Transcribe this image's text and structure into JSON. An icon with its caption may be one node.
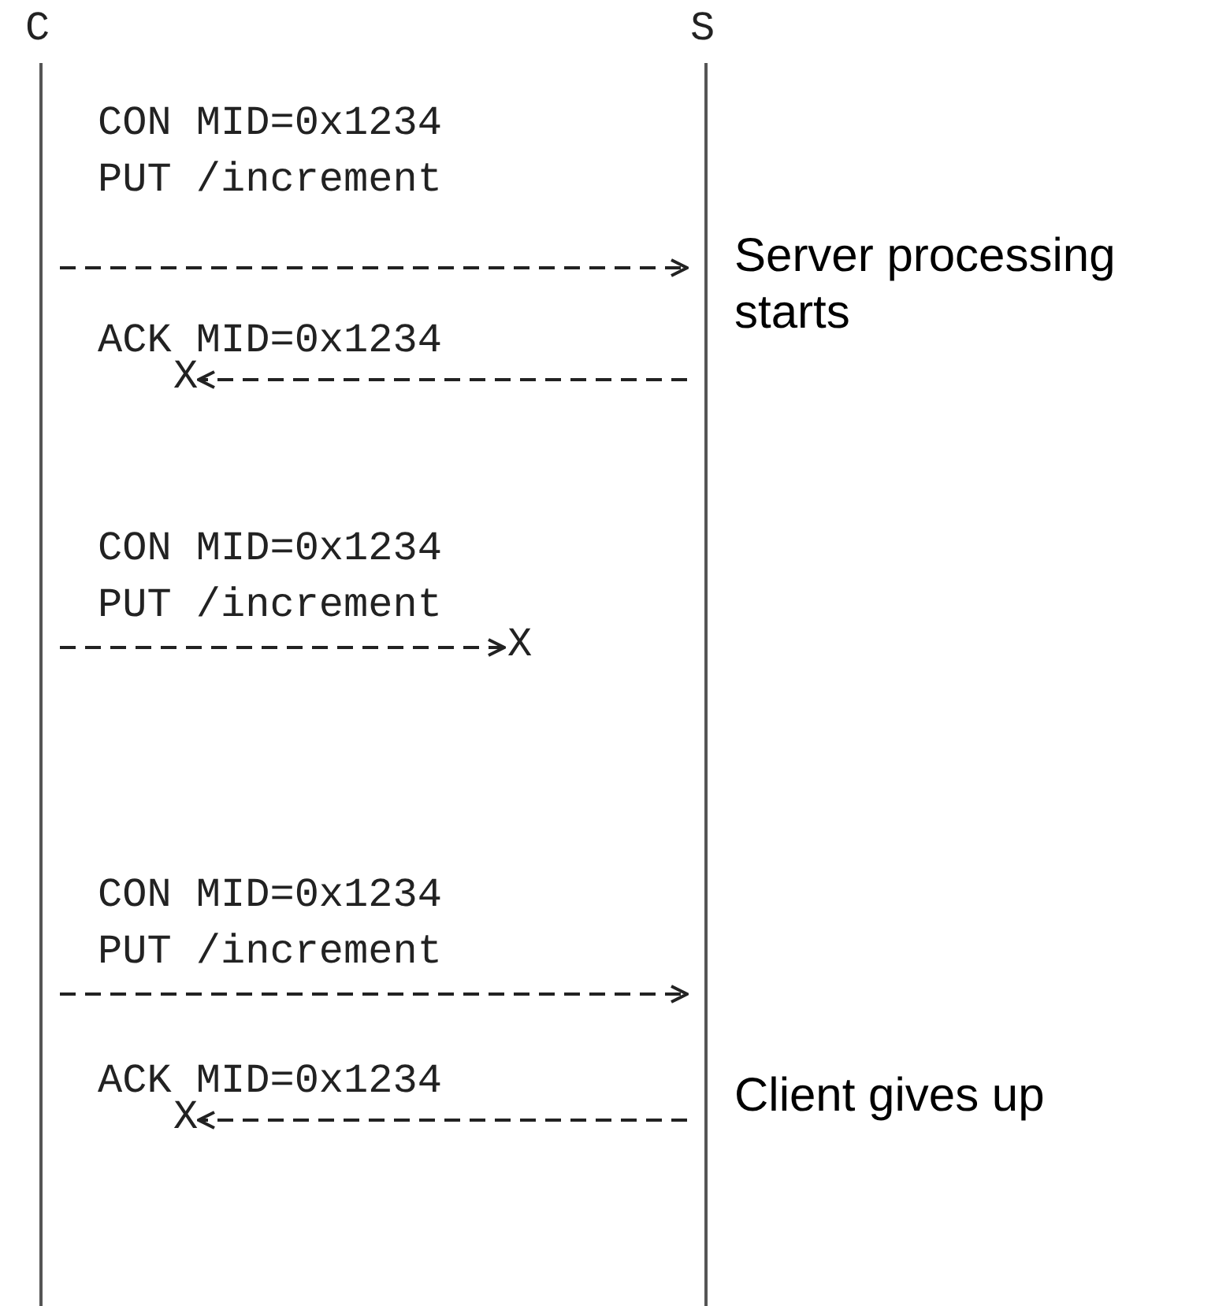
{
  "diagram": {
    "nodes": [
      {
        "text": [
          "C"
        ]
      },
      {
        "text": [
          "S"
        ]
      },
      {
        "text": [
          "X"
        ]
      },
      {
        "text": [
          "X"
        ]
      },
      {
        "text": [
          "X"
        ]
      }
    ],
    "edges": [
      {
        "from": 0,
        "to": 1,
        "arrow": "to",
        "label": "CON MID=0x1234 PUT /increment"
      },
      {
        "from": 1,
        "to": 2,
        "arrow": "to",
        "label": "ACK MID=0x1234"
      },
      {
        "from": 0,
        "to": 3,
        "arrow": "to",
        "label": "CON MID=0x1234 PUT /increment"
      },
      {
        "from": 0,
        "to": 1,
        "arrow": "to",
        "label": "CON MID=0x1234 PUT /increment"
      },
      {
        "from": 1,
        "to": 4,
        "arrow": "to",
        "label": "ACK MID=0x1234"
      }
    ],
    "labels": [
      "Server processing starts",
      "Client gives up"
    ]
  }
}
